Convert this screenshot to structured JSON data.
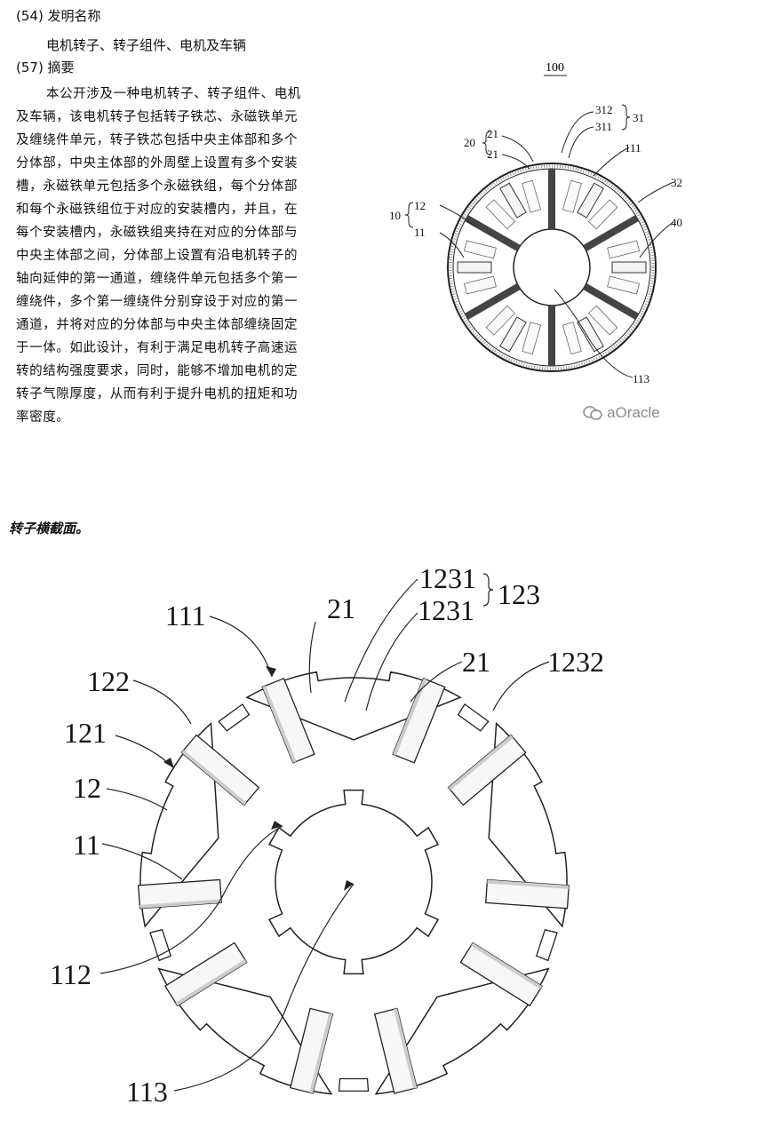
{
  "patent": {
    "title_section_label": "(54) 发明名称",
    "title": "电机转子、转子组件、电机及车辆",
    "abstract_section_label": "(57) 摘要",
    "abstract_lines": [
      "本公开涉及一种电机转子、转子组件、电机",
      "及车辆，该电机转子包括转子铁芯、永磁铁单元",
      "及缠绕件单元，转子铁芯包括中央主体部和多个",
      "分体部，中央主体部的外周壁上设置有多个安装",
      "槽，永磁铁单元包括多个永磁铁组，每个分体部",
      "和每个永磁铁组位于对应的安装槽内，并且，在",
      "每个安装槽内，永磁铁组夹持在对应的分体部与",
      "中央主体部之间，分体部上设置有沿电机转子的",
      "轴向延伸的第一通道，缠绕件单元包括多个第一",
      "缠绕件，多个第一缠绕件分别穿设于对应的第一",
      "通道，并将对应的分体部与中央主体部缠绕固定",
      "于一体。如此设计，有利于满足电机转子高速运",
      "转的结构强度要求，同时，能够不增加电机的定",
      "转子气隙厚度，从而有利于提升电机的扭矩和功",
      "率密度。"
    ]
  },
  "figure_small": {
    "figure_number": "100",
    "labels": {
      "l312": "312",
      "l311": "311",
      "l31": "31",
      "l20": "20",
      "l21a": "21",
      "l21b": "21",
      "l111": "111",
      "l32": "32",
      "l40": "40",
      "l10": "10",
      "l12": "12",
      "l11": "11",
      "l113": "113"
    }
  },
  "watermark": {
    "text": "aOracle",
    "icon": "wechat-icon"
  },
  "caption": "转子横截面。",
  "figure_large": {
    "labels": {
      "l1231a": "1231",
      "l1231b": "1231",
      "l123": "123",
      "l21a": "21",
      "l111": "111",
      "l21b": "21",
      "l122": "122",
      "l1232": "1232",
      "l121": "121",
      "l12": "12",
      "l11": "11",
      "l112": "112",
      "l113": "113"
    }
  }
}
